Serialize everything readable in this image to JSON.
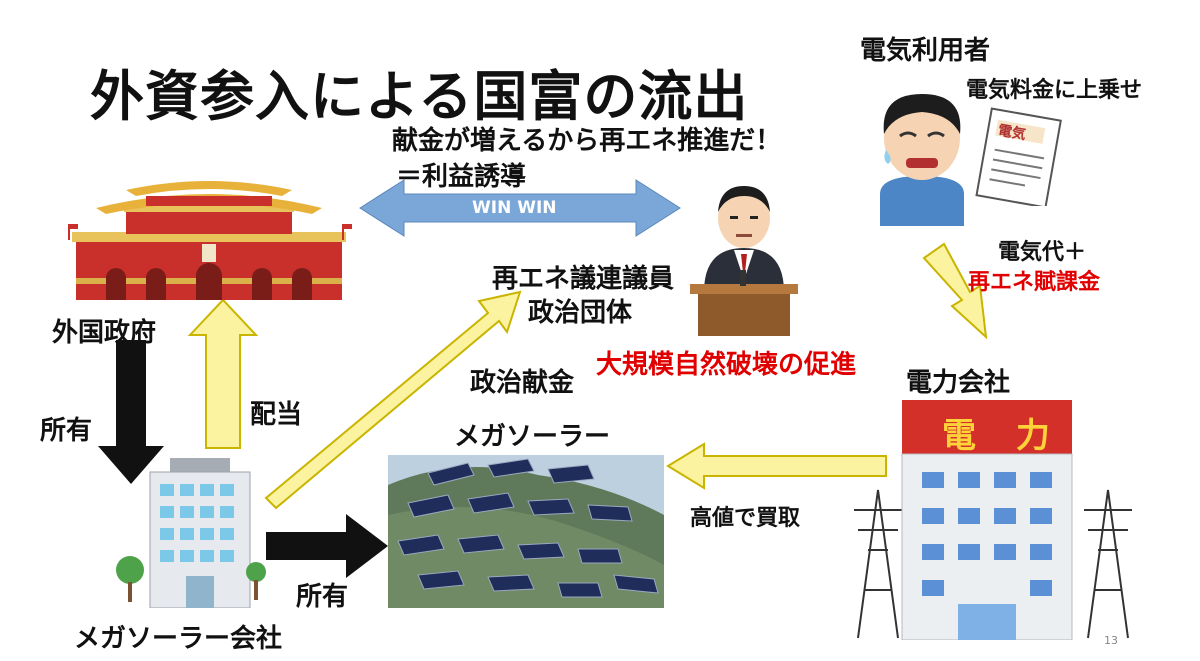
{
  "title": "外資参入による国富の流出",
  "labels": {
    "foreign_government": "外国政府",
    "mega_solar_company": "メガソーラー会社",
    "mega_solar": "メガソーラー",
    "power_company": "電力会社",
    "electricity_user": "電気利用者",
    "politician_line1": "再エネ議連議員",
    "politician_line2": "政治団体"
  },
  "arrows": {
    "owns_1": "所有",
    "owns_2": "所有",
    "dividend": "配当",
    "political_donation": "政治献金",
    "win_win": "WIN WIN",
    "buy_high": "高値で買取",
    "bill_line1": "電気代＋",
    "bill_line2": "再エネ賦課金"
  },
  "notes": {
    "donation_line1": "献金が増えるから再エネ推進だ！",
    "donation_line2": "＝利益誘導",
    "nature_destruction": "大規模自然破壊の促進",
    "surcharge_added": "電気料金に上乗せ"
  },
  "illustration_text": {
    "power_sign": "電 力",
    "bill_sign": "電気"
  },
  "colors": {
    "arrow_yellow": "#fbf3a0",
    "arrow_yellow_stroke": "#c9b400",
    "arrow_blue": "#7aa7d8",
    "accent_red": "#e00000"
  },
  "page_number": "13"
}
